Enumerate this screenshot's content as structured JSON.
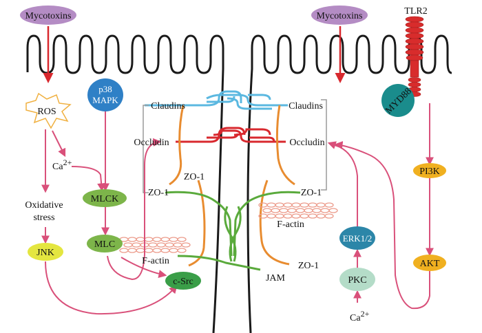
{
  "labels": {
    "mycotoxins_left": "Mycotoxins",
    "mycotoxins_right": "Mycotoxins",
    "tlr2": "TLR2",
    "myd88": "MYD88",
    "ros": "ROS",
    "p38_line1": "p38",
    "p38_line2": "MAPK",
    "ca_left": "Ca",
    "ca_left_sup": "2+",
    "oxidative_line1": "Oxidative",
    "oxidative_line2": "stress",
    "mlck": "MLCK",
    "mlc": "MLC",
    "jnk": "JNK",
    "csrc": "c-Src",
    "claudins_left": "Claudins",
    "claudins_right": "Claudins",
    "occludin_left": "Occludin",
    "occludin_right": "Occludin",
    "zo1_left": "ZO-1",
    "zo1_mid": "ZO-1",
    "zo1_right": "ZO-1",
    "zo1_bottom": "ZO-1",
    "factin_left": "F-actin",
    "factin_right": "F-actin",
    "jam": "JAM",
    "pi3k": "PI3K",
    "akt": "AKT",
    "erk": "ERK1/2",
    "pkc": "PKC",
    "ca_bottom": "Ca",
    "ca_bottom_sup": "2+"
  },
  "colors": {
    "arrow": "#d9507a",
    "mycotoxin_arrow": "#d8282e",
    "membrane": "#1a1a1a",
    "mycotoxins_fill": "#b48cc4",
    "p38_fill": "#2f80c6",
    "mlck_fill": "#7db54a",
    "jnk_fill": "#e4e640",
    "csrc_fill": "#3a9e48",
    "pi3k_fill": "#f0b020",
    "erk_fill": "#2c86a8",
    "pkc_fill": "#b4dcc8",
    "myd88_fill": "#1a8c8c",
    "tlr2_fill": "#d82c2c",
    "claudin": "#5bb8e0",
    "occludin": "#d8282e",
    "zo1": "#e88c30",
    "jam": "#5aaa3c",
    "factin": "#ec9c8c"
  }
}
